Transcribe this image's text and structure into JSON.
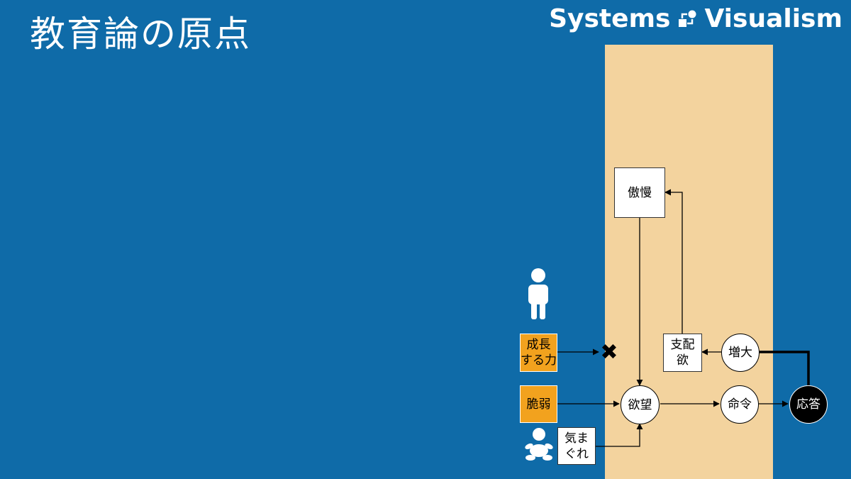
{
  "header": {
    "title": "教育論の原点",
    "brand_left": "Systems",
    "brand_right": "Visualism"
  },
  "diagram": {
    "nodes": {
      "gouman": "傲慢",
      "shihaiyoku": "支配\n欲",
      "zoudai": "増大",
      "seichou": "成長\nする力",
      "zeijaku": "脆弱",
      "yokubou": "欲望",
      "meirei": "命令",
      "outou": "応答",
      "kimagure": "気ま\nぐれ"
    },
    "blocked_mark": "✖",
    "accent_color": "#f2a21e",
    "band_color": "#f3d39e",
    "background_color": "#0f6ba8"
  }
}
